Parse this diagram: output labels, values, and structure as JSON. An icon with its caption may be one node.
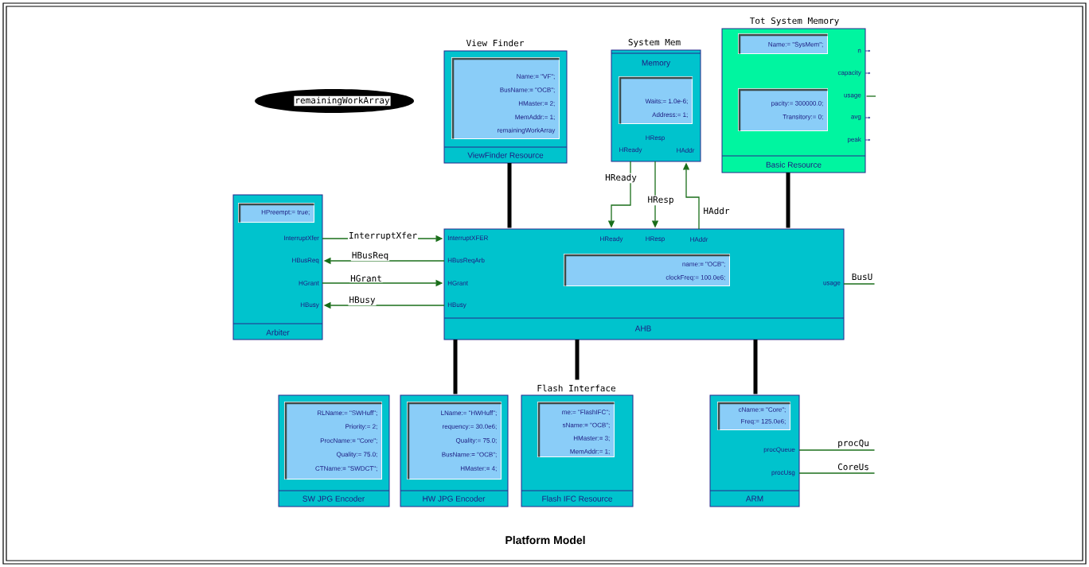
{
  "diagram": {
    "caption": "Platform Model",
    "nodes": [
      {
        "text": [
          "remainingWorkArray"
        ]
      },
      {
        "text": [
          "View Finder",
          "ViewFinder Resource"
        ]
      },
      {
        "text": [
          "Name:= \"VF\";",
          "BusName:= \"OCB\";",
          "HMaster:= 2;",
          "MemAddr:= 1;",
          "remainingWorkArray"
        ],
        "in": 1
      },
      {
        "text": [
          "System Mem",
          "Memory",
          "HResp",
          "HReady",
          "HAddr"
        ]
      },
      {
        "text": [
          "Waits:= 1.0e-6;",
          "Address:= 1;"
        ],
        "in": 3
      },
      {
        "text": [
          "Tot System Memory",
          "n",
          "capacity",
          "usage",
          "avg",
          "peak",
          "Basic Resource"
        ]
      },
      {
        "text": [
          "Name:= \"SysMem\";"
        ],
        "in": 5
      },
      {
        "text": [
          "pacity:= 300000.0;",
          "Transitory:= 0;"
        ],
        "in": 5
      },
      {
        "text": [
          "InterruptXfer",
          "HBusReq",
          "HGrant",
          "HBusy",
          "Arbiter"
        ]
      },
      {
        "text": [
          "HPreempt:= true;"
        ],
        "in": 8
      },
      {
        "text": [
          "InterruptXFER",
          "HBusReqArb",
          "HGrant",
          "HBusy",
          "HReady",
          "HResp",
          "HAddr",
          "usage",
          "AHB"
        ]
      },
      {
        "text": [
          "name:= \"OCB\";",
          "clockFreq:= 100.0e6;"
        ],
        "in": 10
      },
      {
        "text": [
          "SW JPG Encoder"
        ]
      },
      {
        "text": [
          "RLName:= \"SWHuff\";",
          "Priority:= 2;",
          "ProcName:= \"Core\";",
          "Quality:= 75.0;",
          "CTName:= \"SWDCT\";"
        ],
        "in": 12
      },
      {
        "text": [
          "HW JPG Encoder"
        ]
      },
      {
        "text": [
          "LName:= \"HWHuff\";",
          "requency:= 30.0e6;",
          "Quality:= 75.0;",
          "BusName:= \"OCB\";",
          "HMaster:= 4;"
        ],
        "in": 14
      },
      {
        "text": [
          "Flash Interface",
          "Flash IFC Resource"
        ]
      },
      {
        "text": [
          "me:= \"FlashIFC\";",
          "sName:= \"OCB\";",
          "HMaster:= 3;",
          "MemAddr:= 1;"
        ],
        "in": 16
      },
      {
        "text": [
          "procQueue",
          "procUsg",
          "ARM"
        ]
      },
      {
        "text": [
          "cName:= \"Core\";",
          "Freq:= 125.0e6;"
        ],
        "in": 18
      }
    ],
    "edges": [
      {
        "from": 1,
        "to": 10,
        "arrow": "none",
        "style": "thick",
        "color": "#000000"
      },
      {
        "from": 5,
        "to": 10,
        "arrow": "none",
        "style": "thick",
        "color": "#000000"
      },
      {
        "from": 10,
        "to": 14,
        "arrow": "none",
        "style": "thick",
        "color": "#000000"
      },
      {
        "from": 10,
        "to": 16,
        "arrow": "none",
        "style": "thick",
        "color": "#000000"
      },
      {
        "from": 10,
        "to": 18,
        "arrow": "none",
        "style": "thick",
        "color": "#000000"
      },
      {
        "from": 8,
        "to": 10,
        "arrow": "to",
        "label": "InterruptXfer"
      },
      {
        "from": 10,
        "to": 8,
        "arrow": "to",
        "label": "HBusReq"
      },
      {
        "from": 8,
        "to": 10,
        "arrow": "to",
        "label": "HGrant"
      },
      {
        "from": 10,
        "to": 8,
        "arrow": "to",
        "label": "HBusy"
      },
      {
        "from": 3,
        "to": 10,
        "arrow": "to",
        "label": "HReady"
      },
      {
        "from": 3,
        "to": 10,
        "arrow": "to",
        "label": "HResp"
      },
      {
        "from": 10,
        "to": 3,
        "arrow": "to",
        "label": "HAddr"
      },
      {
        "from": 10,
        "to": null,
        "arrow": "none",
        "label": "BusU"
      },
      {
        "from": 18,
        "to": null,
        "arrow": "none",
        "label": "procQu"
      },
      {
        "from": 18,
        "to": null,
        "arrow": "none",
        "label": "CoreUs"
      },
      {
        "from": null,
        "to": 5,
        "arrow": "none"
      }
    ]
  }
}
